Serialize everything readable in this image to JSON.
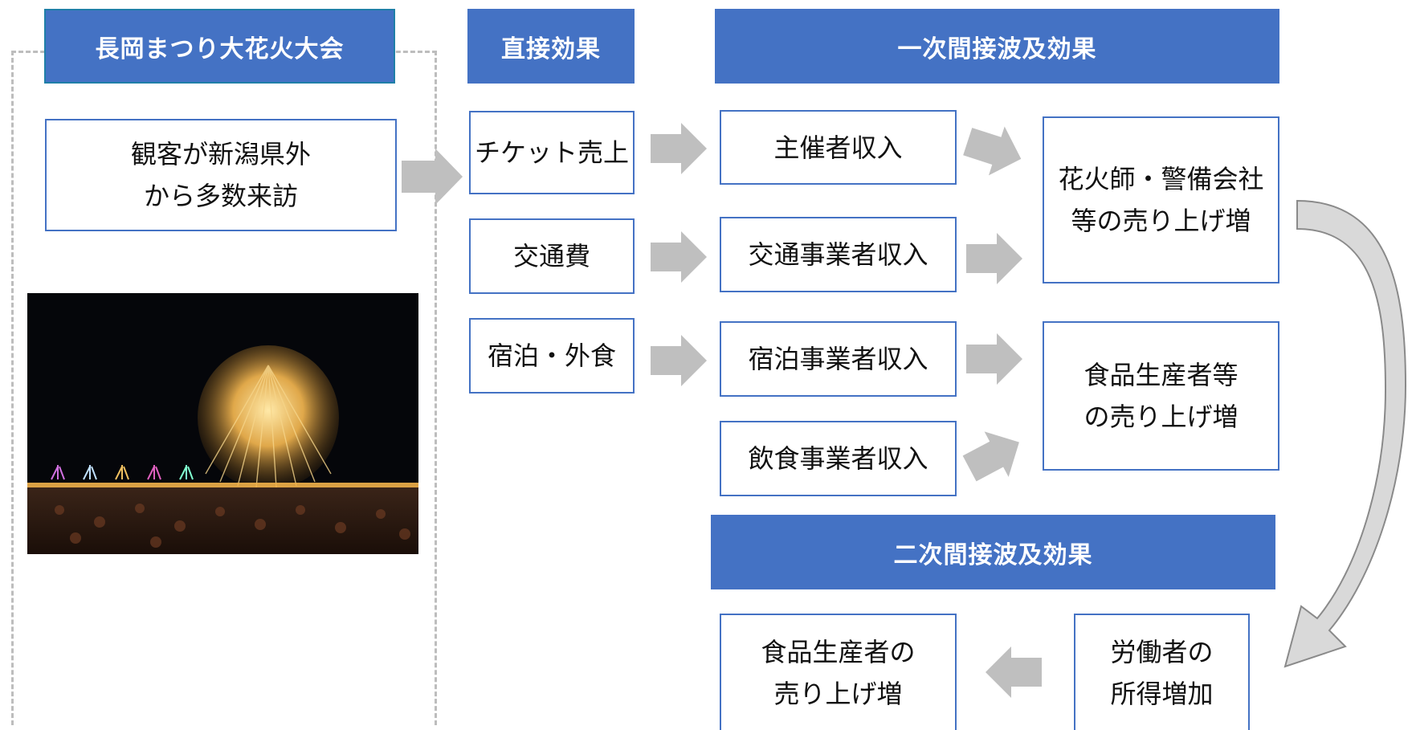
{
  "headers": {
    "festival": "長岡まつり大花火大会",
    "direct": "直接効果",
    "primary": "一次間接波及効果",
    "secondary": "二次間接波及効果"
  },
  "boxes": {
    "visitors": [
      "観客が新潟県外",
      "から多数来訪"
    ],
    "tickets": "チケット売上",
    "transport": "交通費",
    "lodging": "宿泊・外食",
    "organizer_income": "主催者収入",
    "transport_income": "交通事業者収入",
    "lodging_income": "宿泊事業者収入",
    "food_income": "飲食事業者収入",
    "pyro_security": [
      "花火師・警備会社",
      "等の売り上げ増"
    ],
    "food_producers": [
      "食品生産者等",
      "の売り上げ増"
    ],
    "worker_income": [
      "労働者の",
      "所得増加"
    ],
    "producer_sales": [
      "食品生産者の",
      "売り上げ増"
    ]
  },
  "colors": {
    "header_blue": "#4472c4",
    "box_border": "#4472c4",
    "arrow_gray": "#bfbfbf",
    "dash_gray": "#bdbdbd"
  }
}
